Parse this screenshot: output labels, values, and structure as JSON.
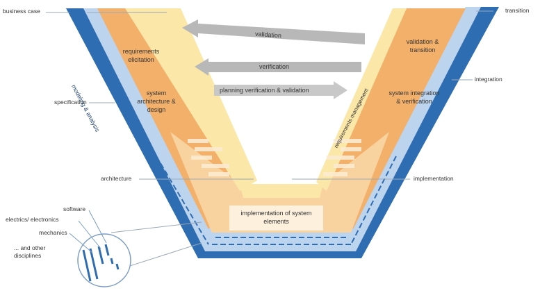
{
  "phases_left": {
    "business_case": "business case",
    "specification": "specification",
    "architecture": "architecture"
  },
  "phases_right": {
    "transition": "transition",
    "integration": "integration",
    "implementation": "implementation"
  },
  "left_band": {
    "modeling": "modeling & analysis",
    "requirements_elicitation": "requirements elicitation",
    "system_architecture": "system architecture & design"
  },
  "right_band": {
    "requirements_management": "requirements management",
    "validation_transition": "validation & transition",
    "system_integration": "system integration & verification"
  },
  "arrows": {
    "validation": "validation",
    "verification": "verification",
    "planning": "planning verification & validation"
  },
  "bottom": {
    "implementation": "implementation of system elements"
  },
  "disciplines": {
    "software": "software",
    "electrics": "electrics/ electronics",
    "mechanics": "mechanics",
    "other": "... and other disciplines"
  },
  "colors": {
    "dark_blue": "#2f6db3",
    "light_blue": "#bcd4ee",
    "orange": "#f2b06a",
    "light_orange": "#f8d3a0",
    "yellow": "#fbe7a8",
    "gray_arrow": "#b8b8b8"
  }
}
